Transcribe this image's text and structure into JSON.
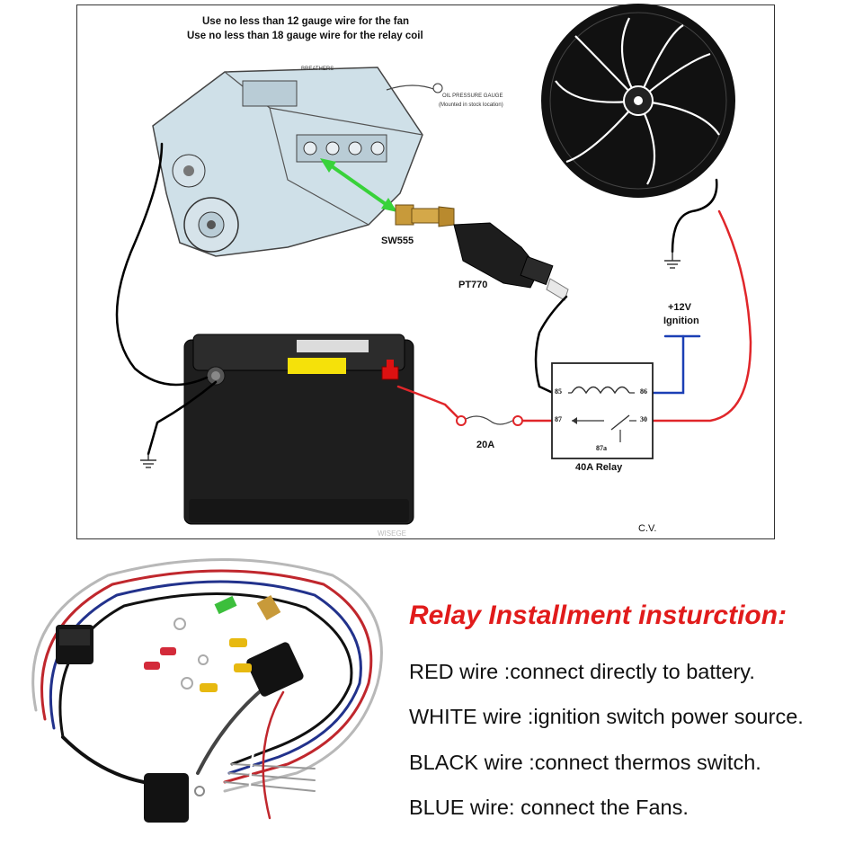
{
  "notes": {
    "line1": "Use no less than 12 gauge wire for the fan",
    "line2": "Use no less than 18 gauge wire for the relay coil"
  },
  "labels": {
    "breathers": "BREATHERS",
    "oil_gauge": "OIL PRESSURE GAUGE",
    "oil_gauge_note": "(Mounted in stock location)",
    "sw555": "SW555",
    "pt770": "PT770",
    "ignition_v": "+12V",
    "ignition": "Ignition",
    "fuse": "20A",
    "relay": "40A Relay",
    "author": "C.V.",
    "watermark": "WISEGE"
  },
  "relay_pins": {
    "p85": "85",
    "p86": "86",
    "p87": "87",
    "p30": "30",
    "p87a": "87a"
  },
  "instructions": {
    "title": "Relay Installment insturction:",
    "lines": [
      "RED wire :connect directly to battery.",
      "WHITE wire :ignition switch power source.",
      "BLACK wire :connect thermos switch.",
      "BLUE wire: connect the Fans."
    ]
  },
  "colors": {
    "red_wire": "#e0262a",
    "blue_wire": "#1b3fb5",
    "green_arrow": "#38d23a",
    "title_red": "#e11b1b"
  }
}
